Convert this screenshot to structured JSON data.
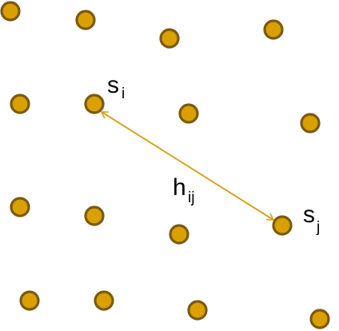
{
  "colors": {
    "dot_fill": "#D9A000",
    "dot_stroke": "#7A5A10",
    "arrow": "#D4A31C"
  },
  "labels": {
    "si_main": "s",
    "si_sub": "i",
    "sj_main": "s",
    "sj_sub": "j",
    "hij_main": "h",
    "hij_sub": "ij"
  }
}
